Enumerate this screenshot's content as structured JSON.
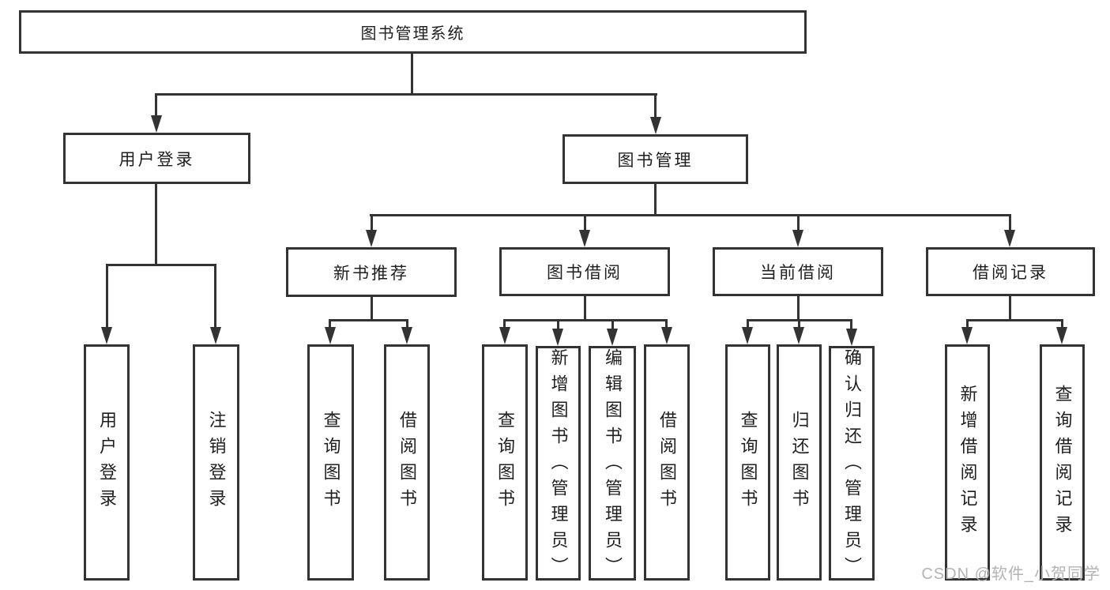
{
  "diagram": {
    "type": "tree-function-structure",
    "root": {
      "label": "图书管理系统",
      "children": [
        {
          "label": "用户登录",
          "children": [
            {
              "label": "用户登录"
            },
            {
              "label": "注销登录"
            }
          ]
        },
        {
          "label": "图书管理",
          "children": [
            {
              "label": "新书推荐",
              "children": [
                {
                  "label": "查询图书"
                },
                {
                  "label": "借阅图书"
                }
              ]
            },
            {
              "label": "图书借阅",
              "children": [
                {
                  "label": "查询图书"
                },
                {
                  "label": "新增图书（管理员）"
                },
                {
                  "label": "编辑图书（管理员）"
                },
                {
                  "label": "借阅图书"
                }
              ]
            },
            {
              "label": "当前借阅",
              "children": [
                {
                  "label": "查询图书"
                },
                {
                  "label": "归还图书"
                },
                {
                  "label": "确认归还（管理员）"
                }
              ]
            },
            {
              "label": "借阅记录",
              "children": [
                {
                  "label": "新增借阅记录"
                },
                {
                  "label": "查询借阅记录"
                }
              ]
            }
          ]
        }
      ]
    }
  },
  "watermark": {
    "text": "CSDN @软件_小贺同学",
    "color": "#b3b3b3"
  },
  "colors": {
    "line": "#333333",
    "border": "#333333",
    "text": "#1f1f1f",
    "background": "#ffffff"
  }
}
